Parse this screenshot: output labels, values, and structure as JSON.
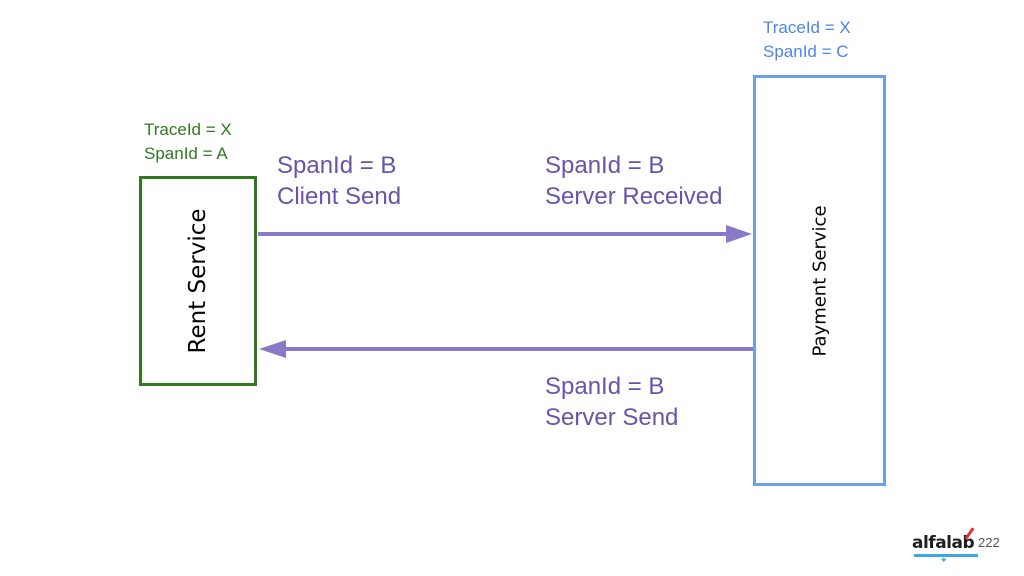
{
  "rent": {
    "trace_id": "TraceId = X",
    "span_id": "SpanId =  A",
    "name": "Rent Service"
  },
  "payment": {
    "trace_id": "TraceId = X",
    "span_id": "SpanId =  C",
    "name": "Payment Service"
  },
  "client_send": {
    "span": "SpanId =  B",
    "event": "Client Send"
  },
  "server_received": {
    "span": "SpanId =  B",
    "event": "Server Received"
  },
  "server_send": {
    "span": "SpanId =  B",
    "event": "Server Send"
  },
  "footer": {
    "logo": "alfalab",
    "page_number": "222"
  },
  "colors": {
    "rent": "#2f7a1f",
    "payment": "#6d9eeb",
    "arrow": "#8a78c8"
  }
}
